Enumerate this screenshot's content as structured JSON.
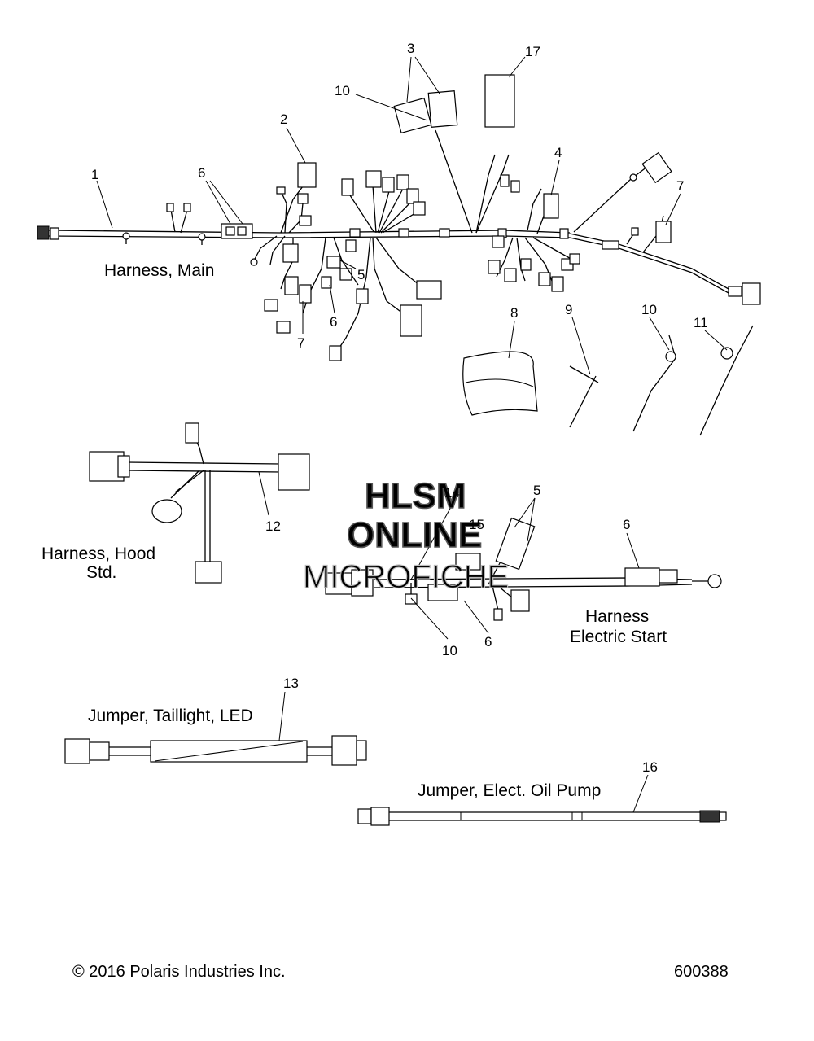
{
  "labels": {
    "harness_main": "Harness, Main",
    "harness_hood_1": "Harness, Hood",
    "harness_hood_2": "Std.",
    "harness_es_1": "Harness",
    "harness_es_2": "Electric Start",
    "jumper_taillight": "Jumper, Taillight, LED",
    "jumper_oil_pump": "Jumper, Elect. Oil Pump"
  },
  "callouts": {
    "c1": "1",
    "c2": "2",
    "c3": "3",
    "c4": "4",
    "c5a": "5",
    "c5b": "5",
    "c6a": "6",
    "c6b": "6",
    "c6c": "6",
    "c6d": "6",
    "c7a": "7",
    "c7b": "7",
    "c8": "8",
    "c9": "9",
    "c10a": "10",
    "c10b": "10",
    "c10c": "10",
    "c11": "11",
    "c12": "12",
    "c13": "13",
    "c14": "14",
    "c15": "15",
    "c16": "16",
    "c17": "17"
  },
  "watermark": {
    "line1": "HLSM",
    "line2": "ONLINE",
    "line3": "MICROFICHE"
  },
  "footer": {
    "copyright": "© 2016 Polaris Industries Inc.",
    "figure_number": "600388"
  }
}
